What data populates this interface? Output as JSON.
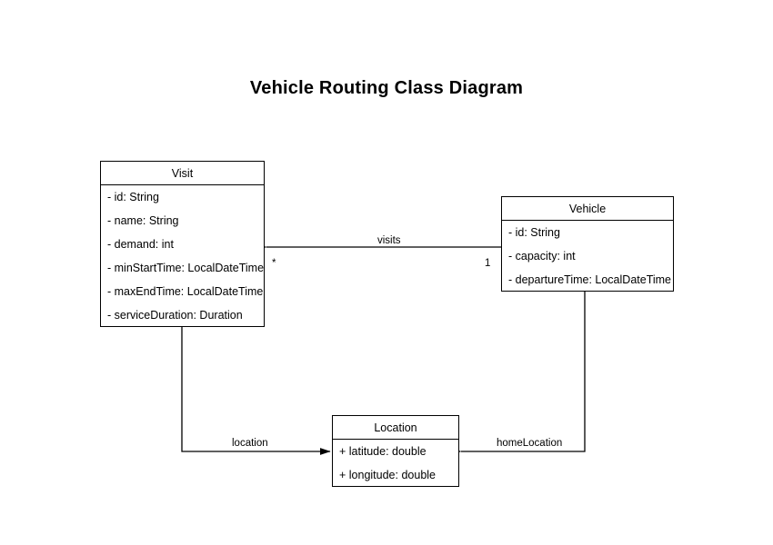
{
  "title": "Vehicle Routing Class Diagram",
  "classes": [
    {
      "name": "Visit",
      "attributes": [
        "- id: String",
        "- name: String",
        "- demand: int",
        "- minStartTime: LocalDateTime",
        "- maxEndTime: LocalDateTime",
        "- serviceDuration: Duration"
      ]
    },
    {
      "name": "Vehicle",
      "attributes": [
        "- id: String",
        "- capacity: int",
        "- departureTime: LocalDateTime"
      ]
    },
    {
      "name": "Location",
      "attributes": [
        "+ latitude: double",
        "+ longitude: double"
      ]
    }
  ],
  "associations": [
    {
      "label": "visits",
      "from": "Vehicle",
      "to": "Visit",
      "source_multiplicity": "1",
      "target_multiplicity": "*"
    },
    {
      "label": "location",
      "from": "Visit",
      "to": "Location",
      "source_multiplicity": "",
      "target_multiplicity": ""
    },
    {
      "label": "homeLocation",
      "from": "Vehicle",
      "to": "Location",
      "source_multiplicity": "",
      "target_multiplicity": ""
    }
  ],
  "colors": {
    "background": "#ffffff",
    "stroke": "#000000",
    "text": "#000000",
    "class_fill": "#ffffff"
  }
}
